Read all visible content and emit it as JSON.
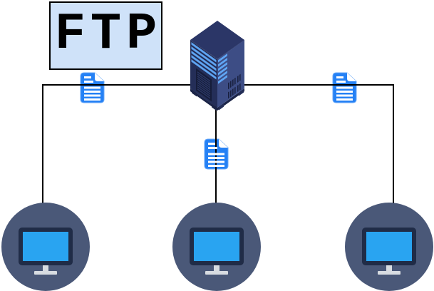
{
  "label_box": {
    "text": "FTP",
    "bg": "#cfe2f9",
    "border_color": "#000000",
    "text_color": "#000000"
  },
  "nodes": {
    "server": {
      "icon": "server-icon",
      "description_colors": {
        "dark_face": "#242e58",
        "light_face": "#3d4d85",
        "top_face": "#2b3667",
        "stripes": "#5fa5f3",
        "panel": "#161d3a"
      }
    },
    "clients": [
      {
        "id": "client-left",
        "icon": "computer-icon"
      },
      {
        "id": "client-middle",
        "icon": "computer-icon"
      },
      {
        "id": "client-right",
        "icon": "computer-icon"
      }
    ],
    "files": [
      {
        "id": "file-left",
        "icon": "file-document-icon"
      },
      {
        "id": "file-middle",
        "icon": "file-document-icon"
      },
      {
        "id": "file-right",
        "icon": "file-document-icon"
      }
    ]
  },
  "connections": [
    {
      "from": "server",
      "to": "client-left",
      "via": "file-left"
    },
    {
      "from": "server",
      "to": "client-middle",
      "via": "file-middle"
    },
    {
      "from": "server",
      "to": "client-right",
      "via": "file-right"
    }
  ],
  "colors": {
    "background": "#ffffff",
    "connector_line": "#000000",
    "file_icon_blue": "#2581f5",
    "client_circle": "#4a5878",
    "monitor_frame": "#202c47",
    "monitor_screen": "#29a4f1",
    "monitor_stand": "#d8dce1"
  }
}
